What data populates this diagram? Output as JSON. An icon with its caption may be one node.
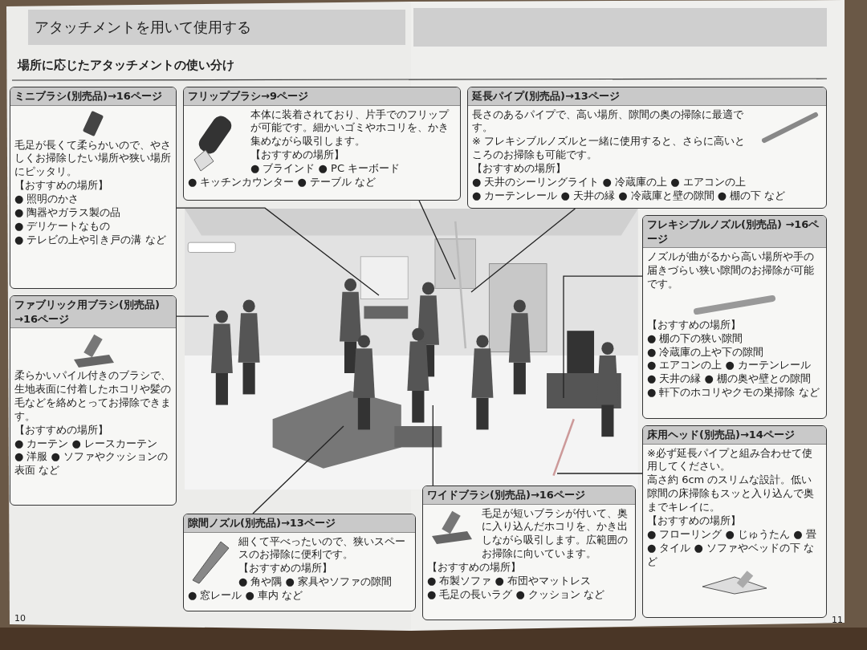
{
  "diagram": {
    "title": "アタッチメントを用いて使用する",
    "nodes": [
      {
        "text": [
          "フリップブラシ→9ページ",
          "本体に装着されており、片手でのフリップが可能です。細かいゴミやホコリを、かき集めながら吸引します。",
          "【おすすめの場所】",
          "● ブラインド ● PC キーボード",
          "● キッチンカウンター ● テーブル など"
        ]
      },
      {
        "text": [
          "ミニブラシ(別売品)→16ページ",
          "毛足が長くて柔らかいので、やさしくお掃除したい場所や狭い場所にピッタリ。",
          "【おすすめの場所】",
          "● 照明のかさ",
          "● 陶器やガラス製の品",
          "● デリケートなもの",
          "● テレビの上や引き戸の溝 など"
        ]
      },
      {
        "text": [
          "ファブリック用ブラシ(別売品) →16ページ",
          "柔らかいパイル付きのブラシで、生地表面に付着したホコリや髪の毛などを絡めとってお掃除できます。",
          "【おすすめの場所】",
          "● カーテン ● レースカーテン",
          "● 洋服 ● ソファやクッションの表面 など"
        ]
      },
      {
        "text": [
          "延長パイプ(別売品)→13ページ",
          "長さのあるパイプで、高い場所、隙間の奥の掃除に最適です。",
          "※ フレキシブルノズルと一緒に使用すると、さらに高いところのお掃除も可能です。",
          "【おすすめの場所】",
          "● 天井のシーリングライト ● 冷蔵庫の上 ● エアコンの上",
          "● カーテンレール ● 天井の縁 ● 冷蔵庫と壁の隙間 ● 棚の下 など"
        ]
      },
      {
        "text": [
          "フレキシブルノズル(別売品) →16ページ",
          "ノズルが曲がるから高い場所や手の届きづらい狭い隙間のお掃除が可能です。",
          "【おすすめの場所】",
          "● 棚の下の狭い隙間",
          "● 冷蔵庫の上や下の隙間",
          "● エアコンの上 ● カーテンレール",
          "● 天井の縁 ● 棚の奥や壁との隙間",
          "● 軒下のホコリやクモの巣掃除 など"
        ]
      },
      {
        "text": [
          "床用ヘッド(別売品)→14ページ",
          "※必ず延長パイプと組み合わせて使用してください。",
          "高さ約 6cm のスリムな設計。低い隙間の床掃除もスッと入り込んで奥までキレイに。",
          "【おすすめの場所】",
          "● フローリング ● じゅうたん ● 畳",
          "● タイル ● ソファやベッドの下 など"
        ]
      },
      {
        "text": [
          "隙間ノズル(別売品)→13ページ",
          "細くて平べったいので、狭いスペースのお掃除に便利です。",
          "【おすすめの場所】",
          "● 角や隅 ● 家具やソファの隙間",
          "● 窓レール ● 車内 など"
        ]
      },
      {
        "text": [
          "ワイドブラシ(別売品)→16ページ",
          "毛足が短いブラシが付いて、奥に入り込んだホコリを、かき出しながら吸引します。広範囲のお掃除に向いています。",
          "【おすすめの場所】",
          "● 布製ソファ ● 布団やマットレス",
          "● 毛足の長いラグ ● クッション など"
        ]
      }
    ],
    "edges": [
      {
        "from": 0,
        "to": null,
        "arrow": "none"
      },
      {
        "from": 1,
        "to": null,
        "arrow": "none"
      },
      {
        "from": 2,
        "to": null,
        "arrow": "none"
      },
      {
        "from": 3,
        "to": null,
        "arrow": "none"
      },
      {
        "from": 4,
        "to": null,
        "arrow": "none"
      },
      {
        "from": 5,
        "to": null,
        "arrow": "none"
      },
      {
        "from": 6,
        "to": null,
        "arrow": "none"
      },
      {
        "from": 7,
        "to": null,
        "arrow": "none"
      }
    ],
    "labels": [
      "場所に応じたアタッチメントの使い分け",
      "10",
      "11"
    ]
  }
}
